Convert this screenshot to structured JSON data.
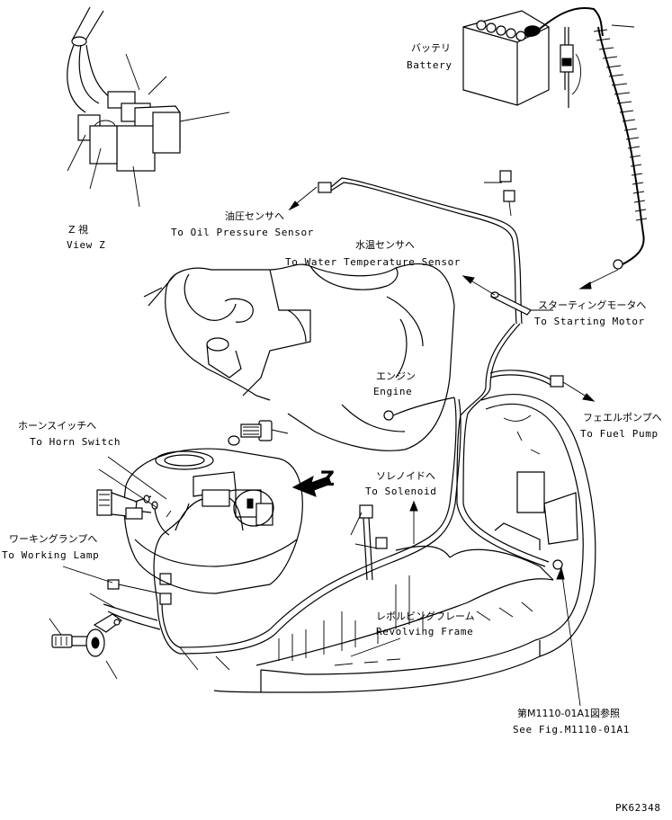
{
  "labels": {
    "battery_jp": "バッテリ",
    "battery_en": "Battery",
    "view_z_jp": "Z 視",
    "view_z_en": "View Z",
    "oil_pressure_jp": "油圧センサへ",
    "oil_pressure_en": "To Oil Pressure Sensor",
    "water_temp_jp": "水温センサへ",
    "water_temp_en": "To Water Temperature Sensor",
    "starting_motor_jp": "スターティングモータへ",
    "starting_motor_en": "To Starting Motor",
    "engine_jp": "エンジン",
    "engine_en": "Engine",
    "fuel_pump_jp": "フェエルポンプへ",
    "fuel_pump_en": "To Fuel Pump",
    "horn_switch_jp": "ホーンスイッチへ",
    "horn_switch_en": "To Horn Switch",
    "solenoid_jp": "ソレノイドへ",
    "solenoid_en": "To Solenoid",
    "working_lamp_jp": "ワーキングランプへ",
    "working_lamp_en": "To Working Lamp",
    "revolving_frame_jp": "レボルビングフレーム",
    "revolving_frame_en": "Revolving Frame",
    "see_fig_jp": "第M1110-01A1図参照",
    "see_fig_en": "See Fig.M1110-01A1",
    "z_marker": "Z",
    "part_code": "PK62348"
  }
}
